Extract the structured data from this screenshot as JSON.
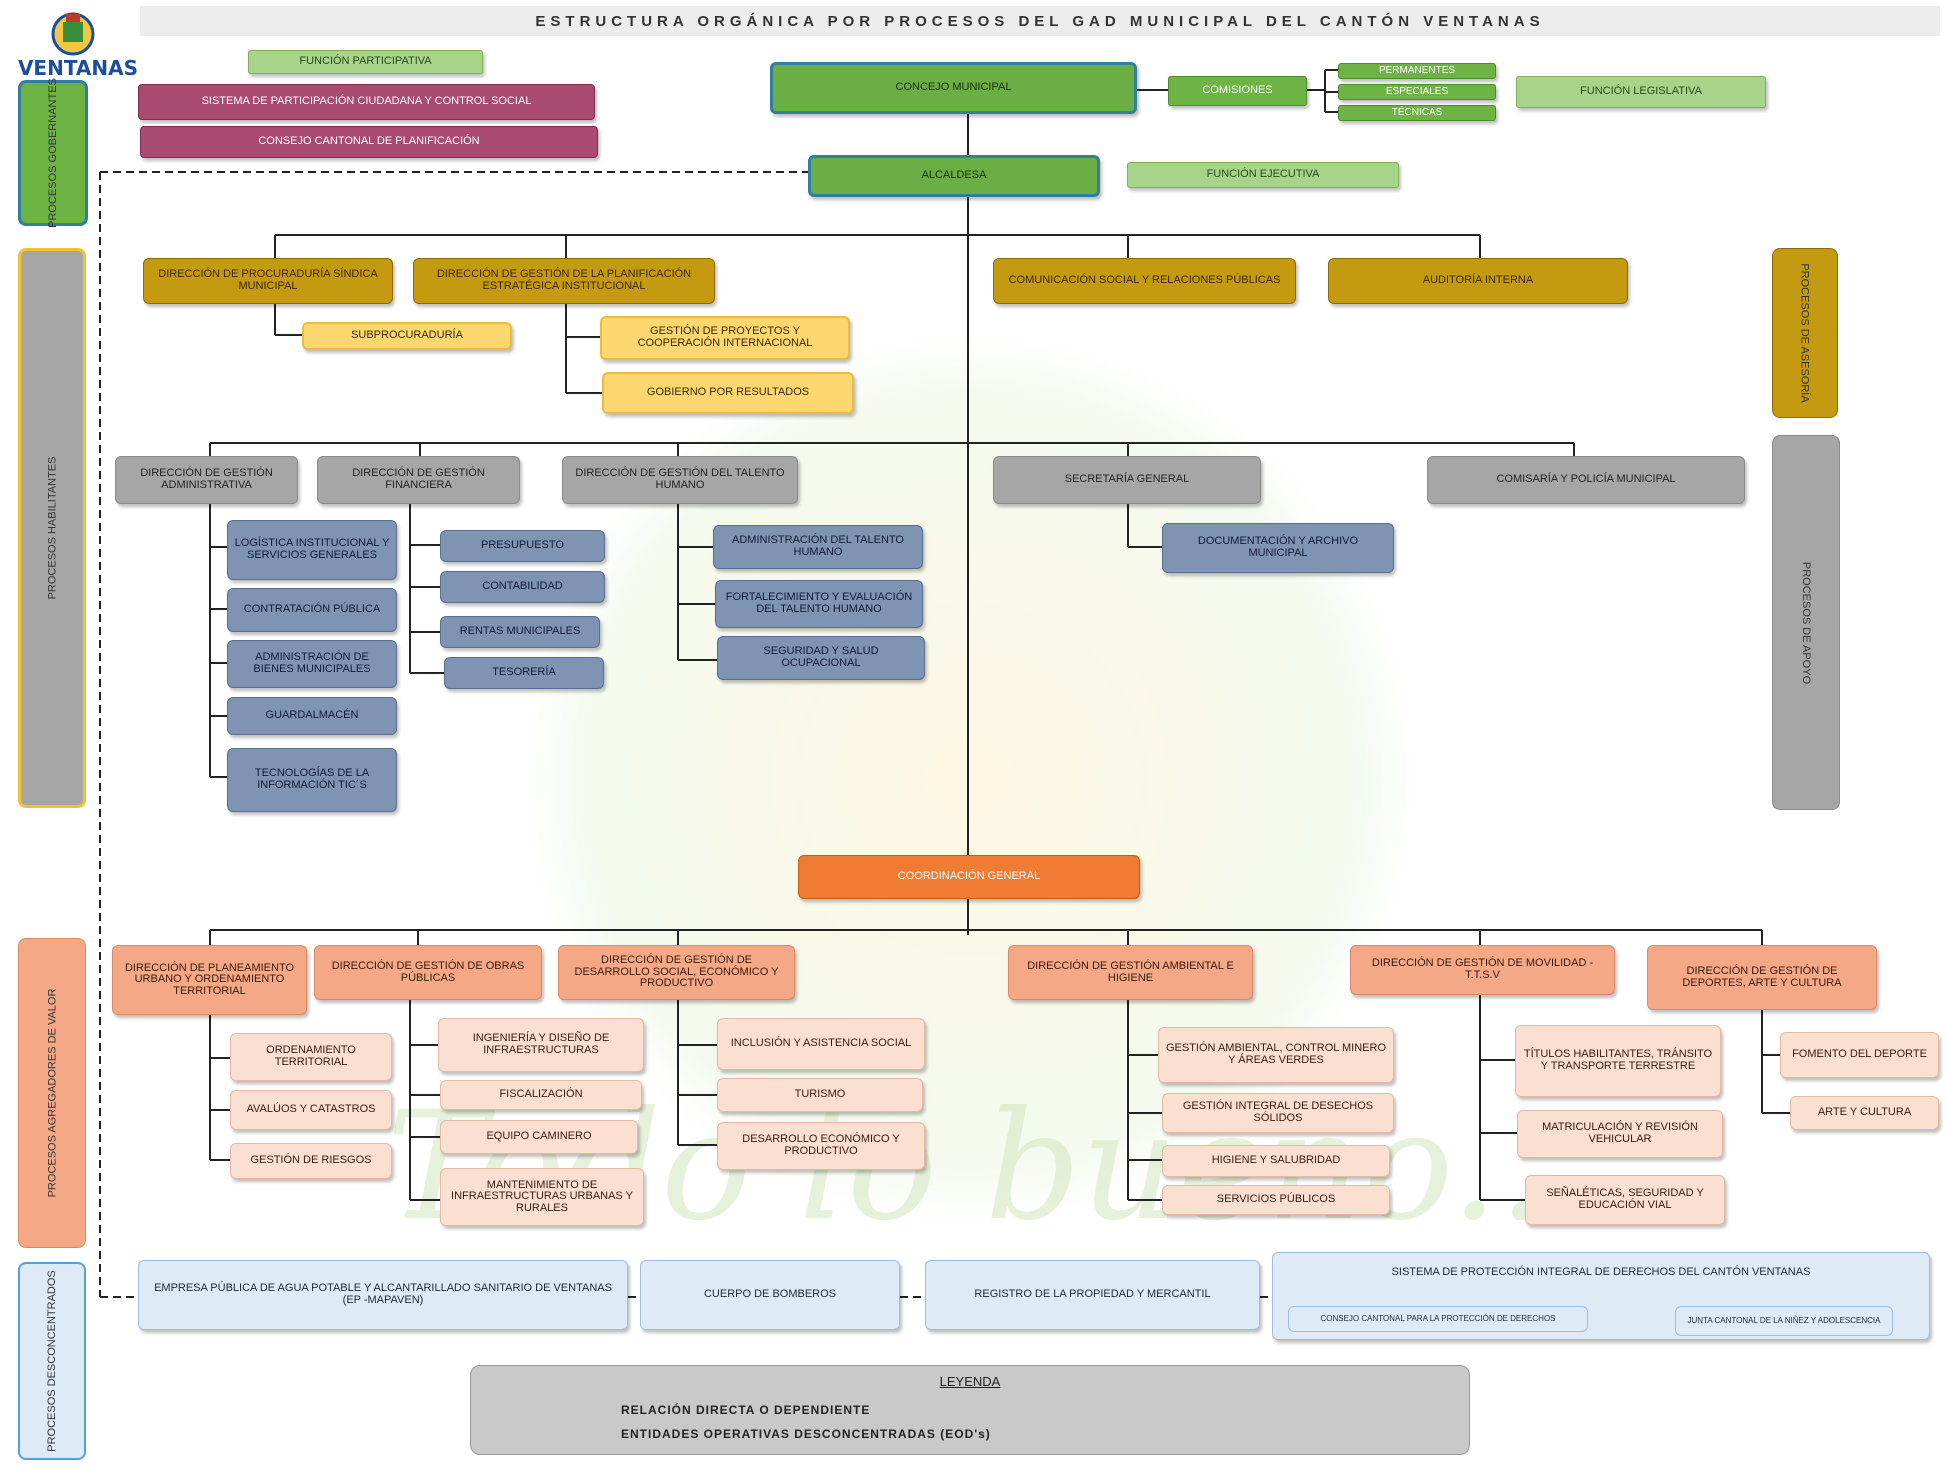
{
  "header": {
    "title": "ESTRUCTURA ORGÁNICA POR PROCESOS DEL GAD MUNICIPAL DEL CANTÓN VENTANAS",
    "logo_text": "VENTANAS"
  },
  "watermark": "Todo lo bueno...",
  "sidebars": {
    "gobernantes": "PROCESOS GOBERNANTES",
    "habilitantes": "PROCESOS HABILITANTES",
    "asesoria": "PROCESOS DE ASESORÍA",
    "apoyo": "PROCESOS DE APOYO",
    "agregadores": "PROCESOS AGREGADORES DE VALOR",
    "desconcentrados": "PROCESOS DESCONCENTRADOS"
  },
  "gov": {
    "funcion_participativa": "FUNCIÓN PARTICIPATIVA",
    "sistema_participacion": "SISTEMA DE PARTICIPACIÓN CIUDADANA Y CONTROL SOCIAL",
    "consejo_planificacion": "CONSEJO CANTONAL DE PLANIFICACIÓN",
    "concejo": "CONCEJO MUNICIPAL",
    "comisiones": "COMISIONES",
    "permanentes": "PERMANENTES",
    "especiales": "ESPECIALES",
    "tecnicas": "TÉCNICAS",
    "funcion_legislativa": "FUNCIÓN LEGISLATIVA",
    "alcaldesa": "ALCALDESA",
    "funcion_ejecutiva": "FUNCIÓN EJECUTIVA"
  },
  "asesoria": {
    "procuraduria": "DIRECCIÓN DE PROCURADURÍA SÍNDICA MUNICIPAL",
    "planificacion": "DIRECCIÓN DE GESTIÓN DE LA PLANIFICACIÓN ESTRATÉGICA INSTITUCIONAL",
    "comunicacion": "COMUNICACIÓN SOCIAL Y RELACIONES PÚBLICAS",
    "auditoria": "AUDITORÍA INTERNA",
    "subprocuraduria": "SUBPROCURADURÍA",
    "proyectos": "GESTIÓN DE PROYECTOS Y COOPERACIÓN INTERNACIONAL",
    "gobierno_resultados": "GOBIERNO POR RESULTADOS"
  },
  "apoyo": {
    "administrativa": "DIRECCIÓN DE GESTIÓN ADMINISTRATIVA",
    "financiera": "DIRECCIÓN DE GESTIÓN FINANCIERA",
    "talento": "DIRECCIÓN DE GESTIÓN DEL TALENTO HUMANO",
    "secretaria": "SECRETARÍA GENERAL",
    "comisaria": "COMISARÍA Y POLICÍA MUNICIPAL",
    "logistica": "LOGÍSTICA INSTITUCIONAL Y SERVICIOS GENERALES",
    "contratacion": "CONTRATACIÓN PÚBLICA",
    "bienes": "ADMINISTRACIÓN DE BIENES MUNICIPALES",
    "guardalmacen": "GUARDALMACÉN",
    "tics": "TECNOLOGÍAS DE LA INFORMACIÓN TIC´S",
    "presupuesto": "PRESUPUESTO",
    "contabilidad": "CONTABILIDAD",
    "rentas": "RENTAS MUNICIPALES",
    "tesoreria": "TESORERÍA",
    "admin_talento": "ADMINISTRACIÓN DEL TALENTO HUMANO",
    "fortalecimiento": "FORTALECIMIENTO Y EVALUACIÓN DEL TALENTO HUMANO",
    "seguridad_salud": "SEGURIDAD Y SALUD OCUPACIONAL",
    "documentacion": "DOCUMENTACIÓN Y ARCHIVO MUNICIPAL"
  },
  "coordinacion": "COORDINACIÓN GENERAL",
  "valor": {
    "planeamiento": "DIRECCIÓN DE PLANEAMIENTO URBANO Y ORDENAMIENTO TERRITORIAL",
    "obras": "DIRECCIÓN DE GESTIÓN DE OBRAS PÚBLICAS",
    "desarrollo": "DIRECCIÓN DE GESTIÓN DE DESARROLLO SOCIAL, ECONÓMICO Y PRODUCTIVO",
    "ambiental": "DIRECCIÓN DE GESTIÓN AMBIENTAL E HIGIENE",
    "movilidad": "DIRECCIÓN DE GESTIÓN DE MOVILIDAD - T.T.S.V",
    "deportes": "DIRECCIÓN DE GESTIÓN DE DEPORTES, ARTE Y CULTURA",
    "ordenamiento": "ORDENAMIENTO TERRITORIAL",
    "avaluos": "AVALÚOS Y CATASTROS",
    "riesgos": "GESTIÓN DE RIESGOS",
    "ingenieria": "INGENIERÍA Y DISEÑO DE INFRAESTRUCTURAS",
    "fiscalizacion": "FISCALIZACIÓN",
    "equipo": "EQUIPO CAMINERO",
    "mantenimiento": "MANTENIMIENTO DE INFRAESTRUCTURAS URBANAS Y RURALES",
    "inclusion": "INCLUSIÓN Y ASISTENCIA SOCIAL",
    "turismo": "TURISMO",
    "desarrollo_eco": "DESARROLLO ECONÓMICO Y PRODUCTIVO",
    "gestion_ambiental": "GESTIÓN AMBIENTAL, CONTROL MINERO Y ÁREAS VERDES",
    "desechos": "GESTIÓN INTEGRAL DE DESECHOS SÓLIDOS",
    "higiene": "HIGIENE Y SALUBRIDAD",
    "servicios": "SERVICIOS PÚBLICOS",
    "titulos": "TÍTULOS HABILITANTES, TRÁNSITO Y TRANSPORTE TERRESTRE",
    "matriculacion": "MATRICULACIÓN Y REVISIÓN VEHICULAR",
    "senaleticas": "SEÑALÉTICAS, SEGURIDAD Y EDUCACIÓN VIAL",
    "fomento": "FOMENTO DEL DEPORTE",
    "arte": "ARTE Y CULTURA"
  },
  "desconcentrados": {
    "empresa": "EMPRESA PÚBLICA DE AGUA POTABLE Y ALCANTARILLADO SANITARIO DE VENTANAS (EP -MAPAVEN)",
    "bomberos": "CUERPO DE BOMBEROS",
    "registro": "REGISTRO DE LA PROPIEDAD Y MERCANTIL",
    "sistema": "SISTEMA DE PROTECCIÓN INTEGRAL DE DERECHOS DEL CANTÓN VENTANAS",
    "consejo": "CONSEJO CANTONAL PARA LA PROTECCIÓN DE DERECHOS",
    "junta": "JUNTA CANTONAL DE LA NIÑEZ Y ADOLESCENCIA"
  },
  "legend": {
    "title": "LEYENDA",
    "direct": "RELACIÓN DIRECTA O DEPENDIENTE",
    "decentralized": "ENTIDADES OPERATIVAS DESCONCENTRADAS (EOD's)"
  }
}
